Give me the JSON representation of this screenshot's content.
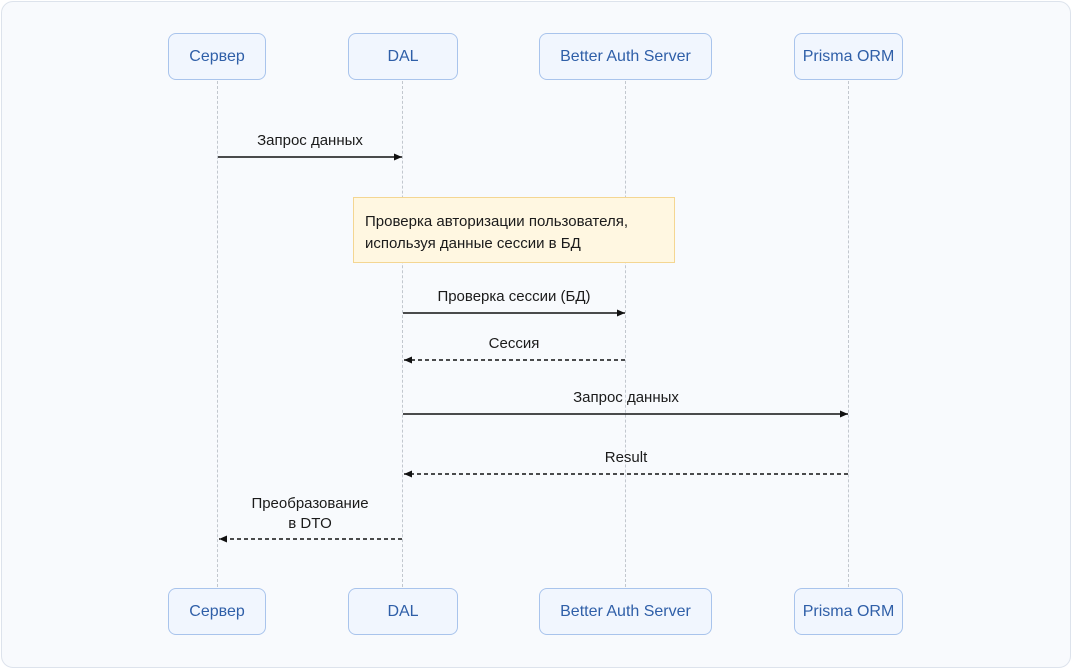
{
  "participants": [
    {
      "id": "server",
      "label": "Сервер"
    },
    {
      "id": "dal",
      "label": "DAL"
    },
    {
      "id": "auth",
      "label": "Better Auth Server"
    },
    {
      "id": "prisma",
      "label": "Prisma ORM"
    }
  ],
  "note": {
    "line1": "Проверка авторизации пользователя,",
    "line2": "используя данные сессии в БД"
  },
  "messages": [
    {
      "from": "server",
      "to": "dal",
      "style": "solid",
      "label": "Запрос данных"
    },
    {
      "from": "dal",
      "to": "auth",
      "style": "solid",
      "label": "Проверка сессии (БД)"
    },
    {
      "from": "auth",
      "to": "dal",
      "style": "dashed",
      "label": "Сессия"
    },
    {
      "from": "dal",
      "to": "prisma",
      "style": "solid",
      "label": "Запрос данных"
    },
    {
      "from": "prisma",
      "to": "dal",
      "style": "dashed",
      "label": "Result"
    },
    {
      "from": "dal",
      "to": "server",
      "style": "dashed",
      "label_line1": "Преобразование",
      "label_line2": "в DTO"
    }
  ],
  "colors": {
    "participant_fill": "#f1f6fe",
    "participant_border": "#a9c4ec",
    "participant_text": "#2f5fa8",
    "note_fill": "#fff7e1",
    "note_border": "#f4d692",
    "arrow": "#111111",
    "lifeline": "#c2c7ce"
  }
}
